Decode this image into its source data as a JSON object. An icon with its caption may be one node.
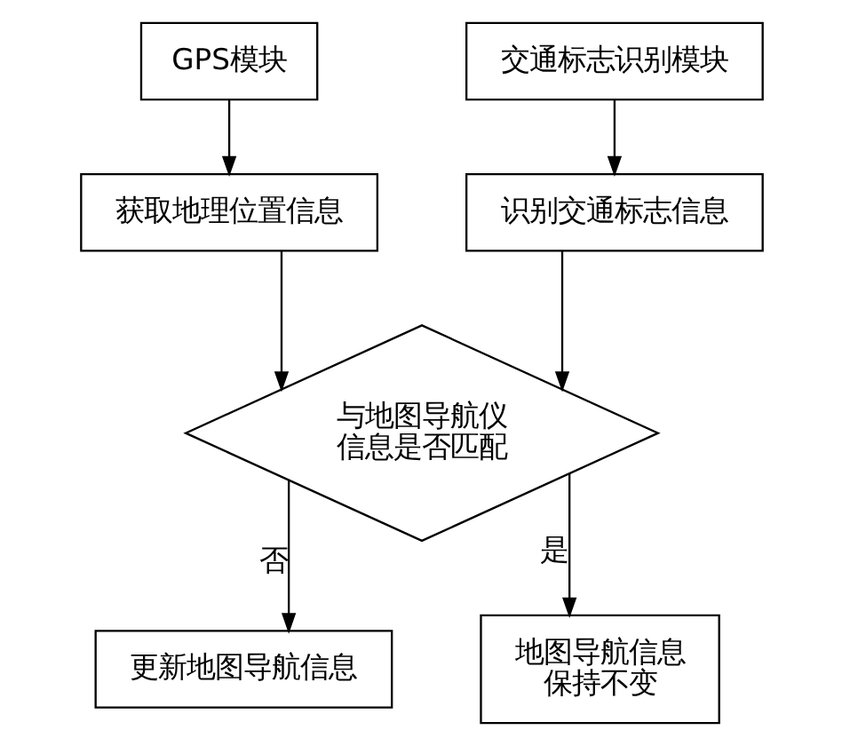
{
  "diagram": {
    "nodes": [
      {
        "text": [
          "GPS模块"
        ]
      },
      {
        "text": [
          "交通标志识别模块"
        ]
      },
      {
        "text": [
          "获取地理位置信息"
        ]
      },
      {
        "text": [
          "识别交通标志信息"
        ]
      },
      {
        "text": [
          "与地图导航仪信息是否匹配"
        ]
      },
      {
        "text": [
          "更新地图导航信息"
        ]
      },
      {
        "text": [
          "地图导航信息保持不变"
        ]
      }
    ],
    "edges": [
      {
        "from": 0,
        "to": 2,
        "arrow": "to"
      },
      {
        "from": 1,
        "to": 3,
        "arrow": "to"
      },
      {
        "from": 2,
        "to": 4,
        "arrow": "to"
      },
      {
        "from": 3,
        "to": 4,
        "arrow": "to"
      },
      {
        "from": 4,
        "to": 5,
        "arrow": "to",
        "label": "否"
      },
      {
        "from": 4,
        "to": 6,
        "arrow": "to",
        "label": "是"
      }
    ]
  }
}
